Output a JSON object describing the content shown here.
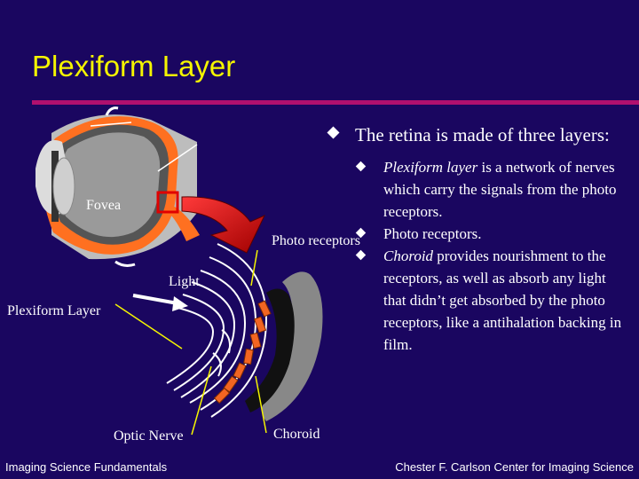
{
  "slide": {
    "title": "Plexiform Layer",
    "bullets": [
      {
        "text": "The retina is made of three layers:",
        "sub": [
          {
            "em": "Plexiform layer",
            "text": " is a network of nerves which carry the signals from the photo receptors."
          },
          {
            "em": "",
            "text": "Photo receptors."
          },
          {
            "em": "Choroid",
            "text": " provides nourishment to the receptors, as well as absorb any light that didn’t get absorbed by the photo receptors, like a antihalation backing in film."
          }
        ]
      }
    ]
  },
  "diagram": {
    "labels": {
      "fovea": "Fovea",
      "photo_receptors": "Photo receptors",
      "light": "Light",
      "plexiform_layer": "Plexiform Layer",
      "optic_nerve": "Optic Nerve",
      "choroid": "Choroid"
    }
  },
  "footer": {
    "left": "Imaging Science Fundamentals",
    "right": "Chester F. Carlson Center for Imaging Science"
  },
  "colors": {
    "background": "#1a0660",
    "title": "#f5f500",
    "accent_rule": "#b0106e",
    "receptor": "#f26522",
    "leader_line": "#f5f500"
  }
}
